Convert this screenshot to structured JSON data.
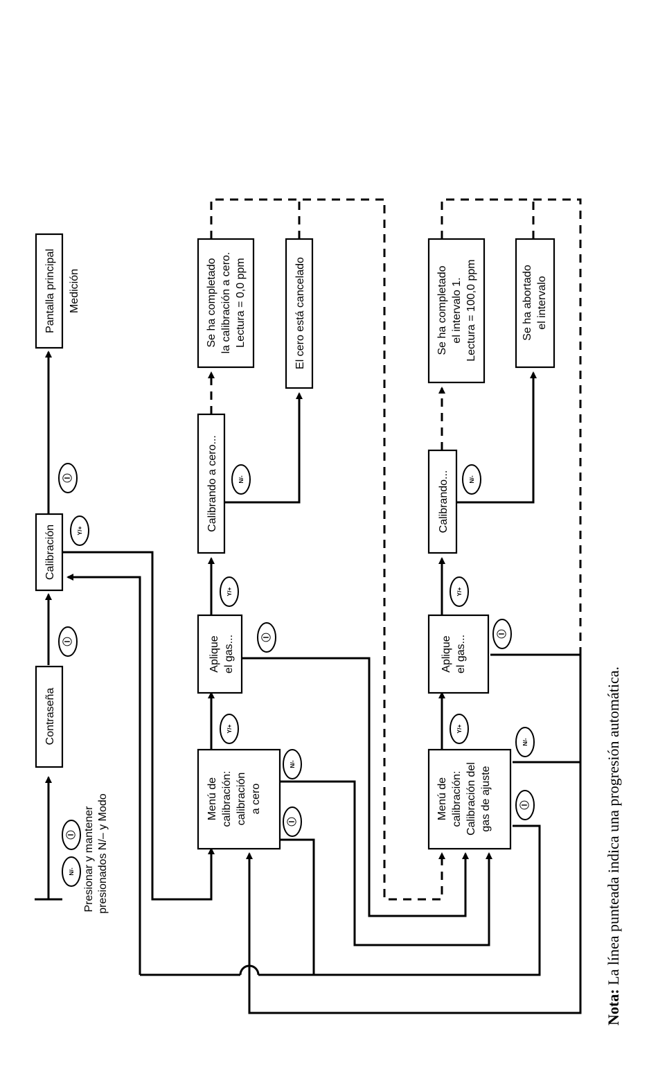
{
  "boxes": {
    "contrasena": "Contraseña",
    "calibracion": "Calibración",
    "pantalla_principal": "Pantalla principal",
    "medicion": "Medición",
    "presionar": [
      "Presionar y mantener",
      "presionados N/– y Modo"
    ],
    "menu_cero": [
      "Menú de",
      "calibración:",
      "calibración",
      "a cero"
    ],
    "aplique_1": [
      "Aplique",
      "el gas..."
    ],
    "calibrando_cero": "Calibrando a cero...",
    "completado_cero": [
      "Se ha completado",
      "la calibración a cero.",
      "Lectura = 0,0 ppm"
    ],
    "cero_cancelado": "El cero está cancelado",
    "menu_ajuste": [
      "Menú de",
      "calibración:",
      "Calibración del",
      "gas de ajuste"
    ],
    "aplique_2": [
      "Aplique",
      "el gas..."
    ],
    "calibrando": "Calibrando...",
    "completado_intervalo": [
      "Se ha completado",
      "el intervalo 1.",
      "Lectura = 100,0 ppm"
    ],
    "abortado": [
      "Se ha abortado",
      "el intervalo"
    ]
  },
  "buttons": {
    "n_minus": "N/-",
    "y_plus": "Y/+",
    "mode_symbol": "Ⓘ"
  },
  "note": {
    "bold": "Nota:",
    "text": " La línea punteada indica una progresión automática."
  }
}
